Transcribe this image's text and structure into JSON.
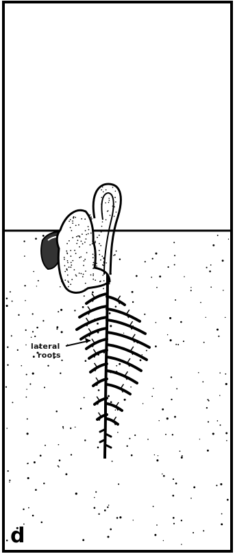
{
  "labels": {
    "lateral_roots_line1": "lateral",
    "lateral_roots_line2": "roots",
    "panel_letter": "d"
  },
  "colors": {
    "ink": "#000000",
    "paper": "#ffffff"
  }
}
